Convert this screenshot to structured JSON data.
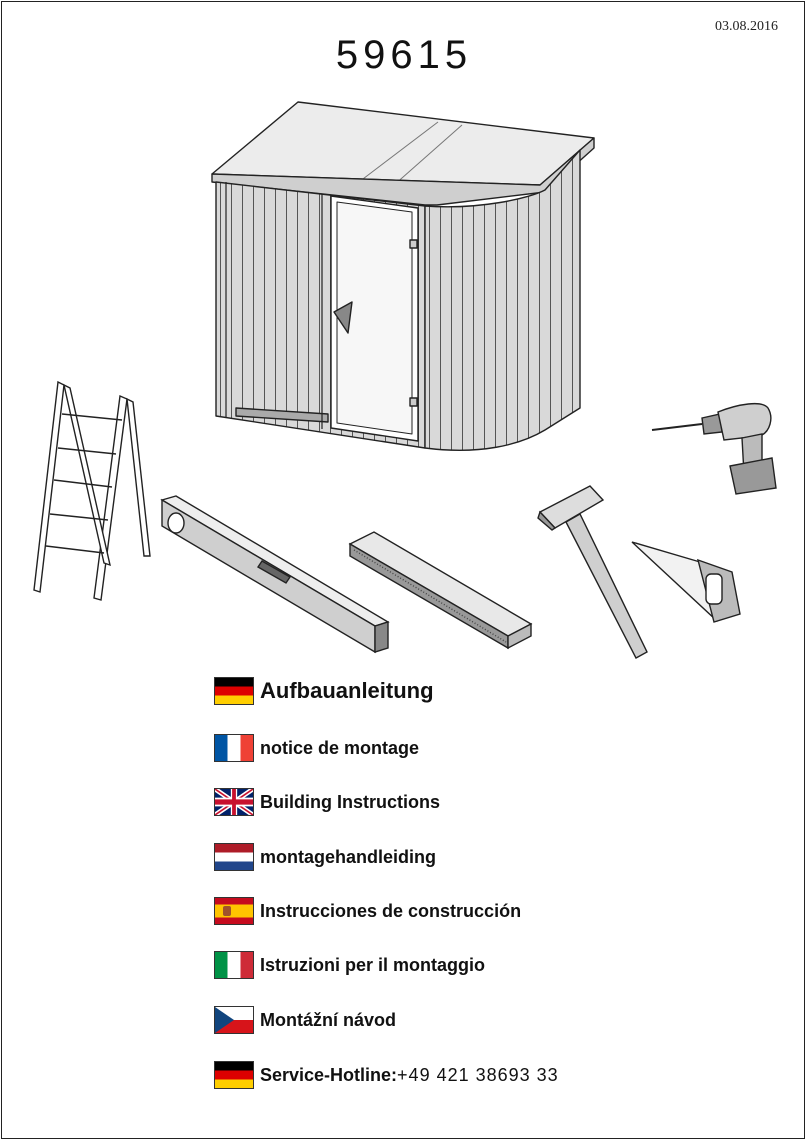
{
  "header": {
    "date": "03.08.2016",
    "model": "59615"
  },
  "languages": [
    {
      "flag": "de-flag-icon",
      "label": "Aufbauanleitung"
    },
    {
      "flag": "fr-flag-icon",
      "label": "notice de montage"
    },
    {
      "flag": "gb-flag-icon",
      "label": "Building Instructions"
    },
    {
      "flag": "nl-flag-icon",
      "label": "montagehandleiding"
    },
    {
      "flag": "es-flag-icon",
      "label": "Instrucciones de construcción"
    },
    {
      "flag": "it-flag-icon",
      "label": "Istruzioni per il montaggio"
    },
    {
      "flag": "cz-flag-icon",
      "label": "Montážní návod"
    }
  ],
  "hotline": {
    "flag": "de-flag-icon",
    "label": "Service-Hotline:",
    "number": "+49 421 38693 33"
  }
}
